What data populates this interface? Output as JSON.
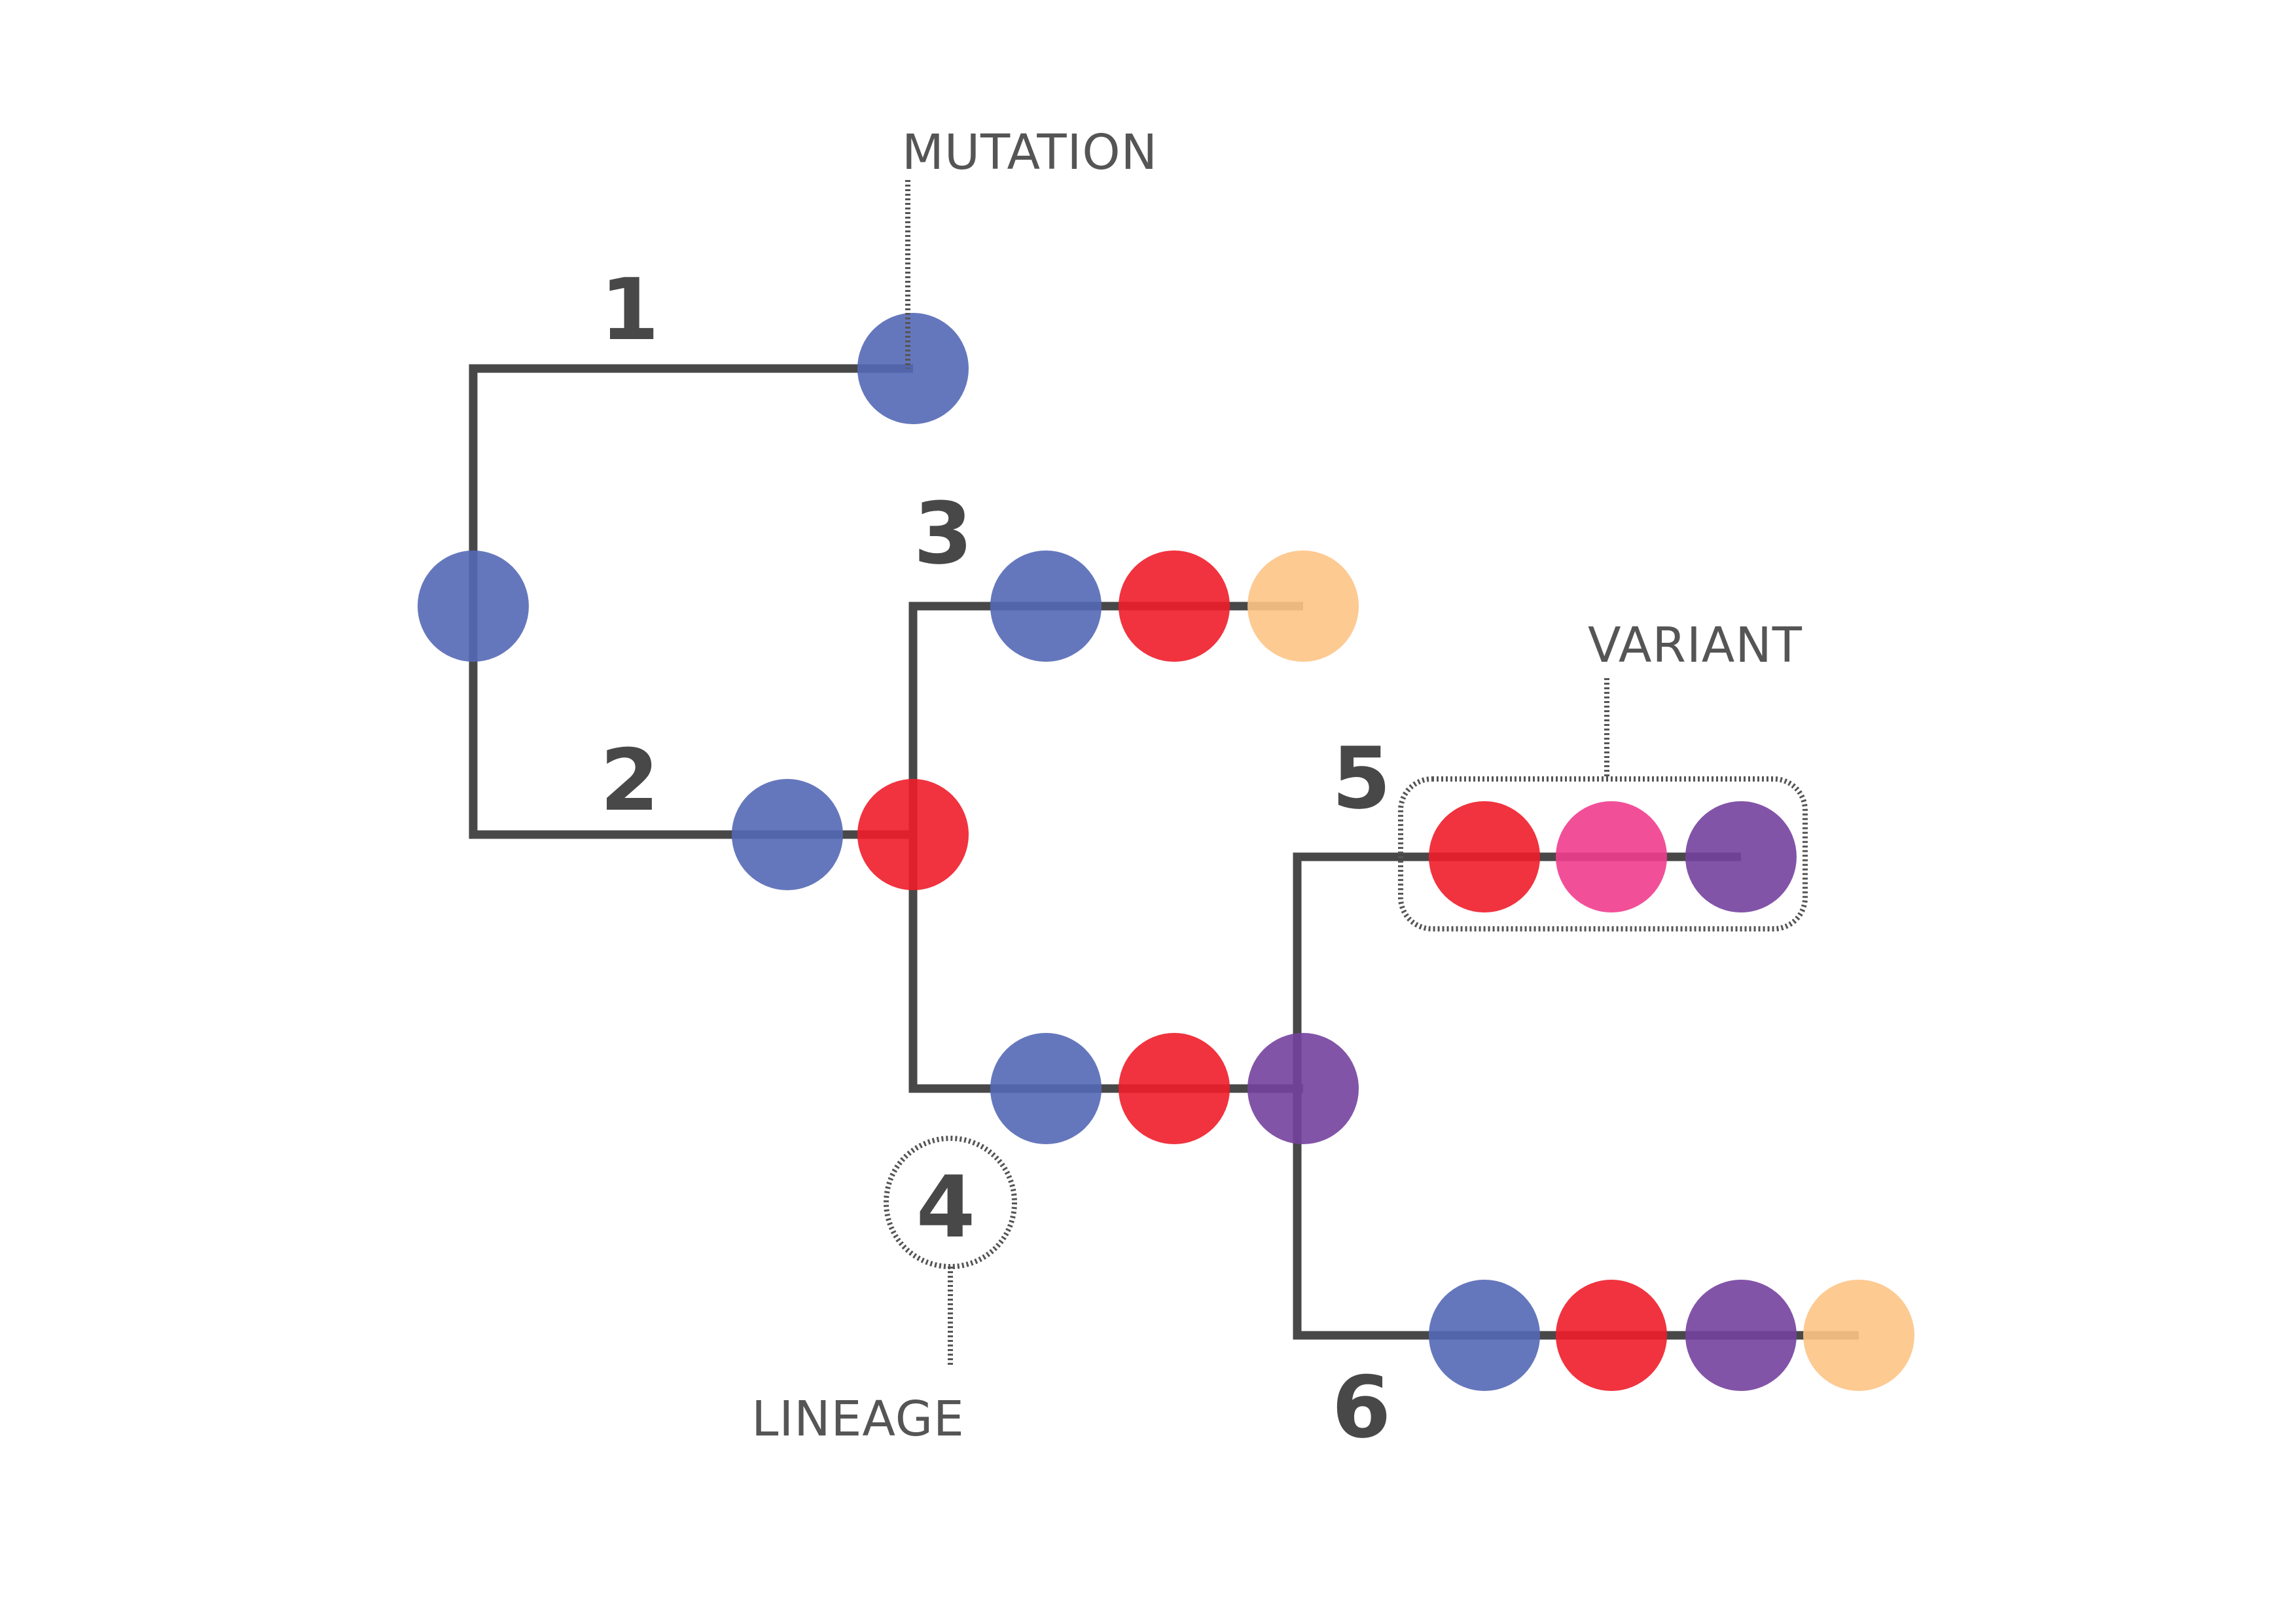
{
  "colors": {
    "blue": "#5468B5",
    "red": "#EE1D2A",
    "orange": "#FDC486",
    "purple": "#74419E",
    "pink": "#EF3D8D",
    "line": "#484848",
    "callout": "#555555",
    "background": "#ffffff"
  },
  "branch_numbers": {
    "b1": "1",
    "b2": "2",
    "b3": "3",
    "b4": "4",
    "b5": "5",
    "b6": "6"
  },
  "callouts": {
    "mutation": "MUTATION",
    "variant": "VARIANT",
    "lineage": "LINEAGE"
  },
  "nodes": {
    "root": [
      "blue"
    ],
    "branch1": [
      "blue"
    ],
    "branch2": [
      "blue",
      "red"
    ],
    "branch3": [
      "blue",
      "red",
      "orange"
    ],
    "branch4": [
      "blue",
      "red",
      "purple"
    ],
    "branch5": [
      "red",
      "pink",
      "purple"
    ],
    "branch6": [
      "blue",
      "red",
      "purple",
      "orange"
    ]
  }
}
